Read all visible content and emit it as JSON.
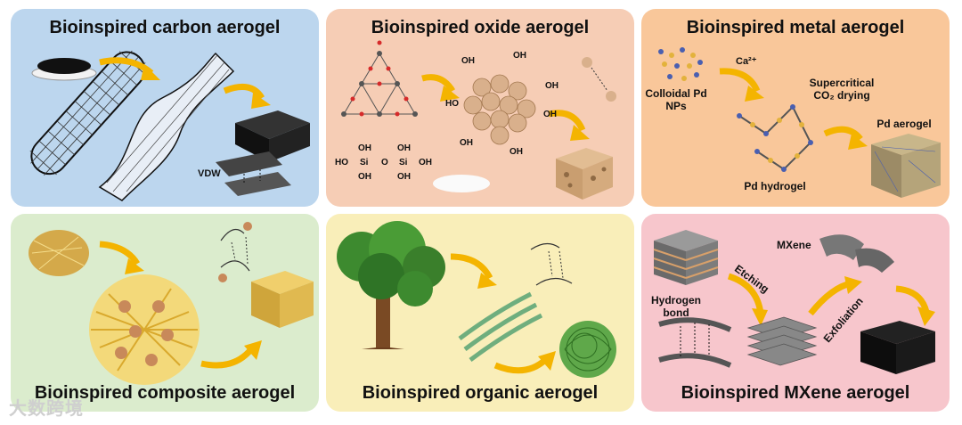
{
  "panels": {
    "carbon": {
      "title": "Bioinspired carbon aerogel",
      "vdw": "VDW",
      "bg": "#bcd6ee"
    },
    "oxide": {
      "title": "Bioinspired oxide aerogel",
      "oh": "OH",
      "ho": "HO",
      "si": "Si",
      "o": "O",
      "bg": "#f6cdb5"
    },
    "metal": {
      "title": "Bioinspired metal aerogel",
      "ca": "Ca²⁺",
      "colloidal": "Colloidal Pd NPs",
      "supercritical": "Supercritical CO₂ drying",
      "hydrogel": "Pd hydrogel",
      "aerogel": "Pd aerogel",
      "bg": "#f9c79a"
    },
    "composite": {
      "title": "Bioinspired composite aerogel",
      "bg": "#dbeccd"
    },
    "organic": {
      "title": "Bioinspired organic aerogel",
      "bg": "#f9eeb9"
    },
    "mxene": {
      "title": "Bioinspired MXene aerogel",
      "mxene_label": "MXene",
      "hydrogen_bond": "Hydrogen bond",
      "etching": "Etching",
      "exfoliation": "Exfoliation",
      "bg": "#f7c6cc"
    }
  },
  "watermark": "大数跨境"
}
